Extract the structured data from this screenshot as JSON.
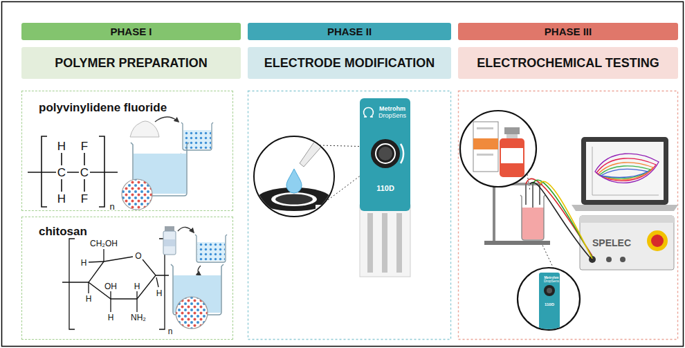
{
  "diagram": {
    "nodes": [
      {
        "text": [
          "PHASE I"
        ]
      },
      {
        "text": [
          "PHASE II"
        ]
      },
      {
        "text": [
          "PHASE III"
        ]
      },
      {
        "text": [
          "POLYMER PREPARATION"
        ]
      },
      {
        "text": [
          "ELECTRODE MODIFICATION"
        ]
      },
      {
        "text": [
          "ELECTROCHEMICAL TESTING"
        ]
      },
      {
        "text": [
          "polyvinylidene fluoride"
        ]
      },
      {
        "text": [
          "chitosan"
        ]
      }
    ],
    "labels": [
      "H",
      "F",
      "C",
      "C",
      "H",
      "F",
      "n",
      "CH₂OH",
      "H",
      "O",
      "H",
      "OH",
      "H",
      "H",
      "H",
      "NH₂",
      "n",
      "Metrohm",
      "DropSens",
      "110D",
      "SPELEC",
      "Metrohm",
      "DropSens",
      "110D"
    ]
  }
}
